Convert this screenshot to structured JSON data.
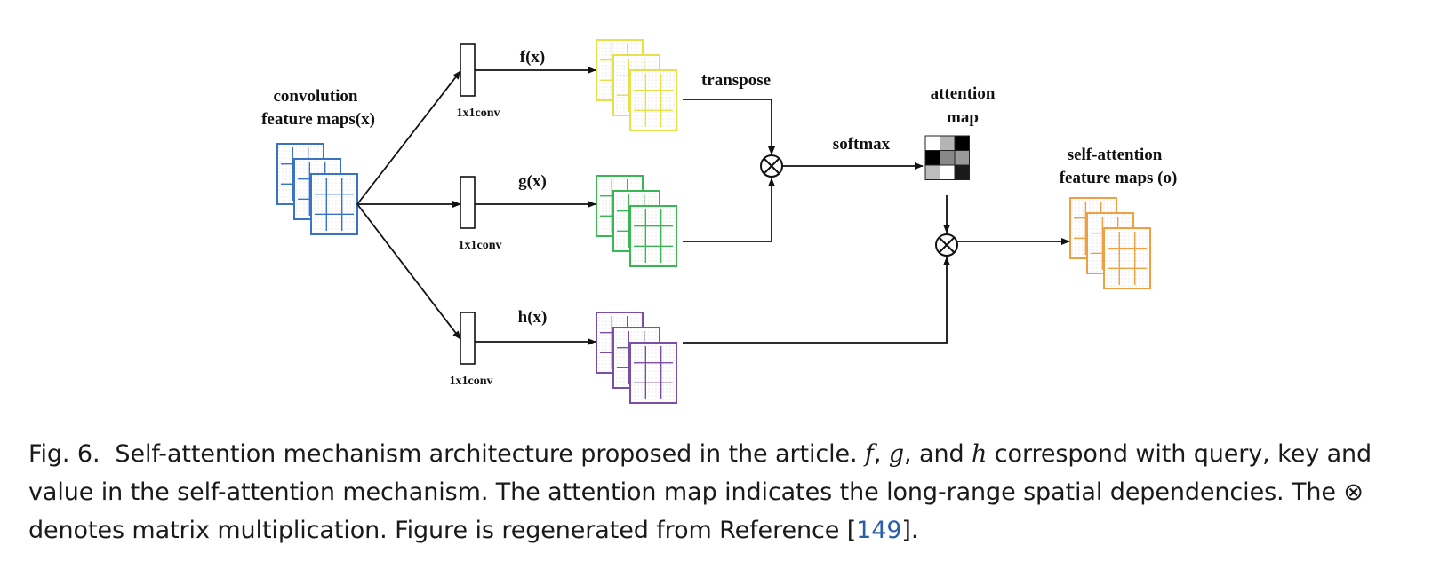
{
  "figure": {
    "input_label_line1": "convolution",
    "input_label_line2": "feature maps(x)",
    "conv_label": "1x1conv",
    "f_label": "f(x)",
    "g_label": "g(x)",
    "h_label": "h(x)",
    "transpose_label": "transpose",
    "softmax_label": "softmax",
    "attention_label_line1": "attention",
    "attention_label_line2": "map",
    "output_label_line1": "self-attention",
    "output_label_line2": "feature maps (o)",
    "colors": {
      "input": "#3b73c4",
      "f": "#e6e04a",
      "g": "#3cb554",
      "h": "#7b4fa6",
      "output": "#f0a040"
    }
  },
  "caption": {
    "fig_number": "Fig. 6.",
    "text_1": "Self-attention mechanism architecture proposed in the article.",
    "var_f": "f",
    "sep_1": ",",
    "var_g": "g",
    "sep_2": ", and",
    "var_h": "h",
    "text_2": "correspond with query, key and value in the self-attention mechanism. The attention map indicates the long-range spatial dependencies. The",
    "otimes": "⊗",
    "text_3": "denotes matrix multiplication. Figure is regenerated from Reference",
    "ref_open": "[",
    "ref_number": "149",
    "ref_close": "]."
  }
}
